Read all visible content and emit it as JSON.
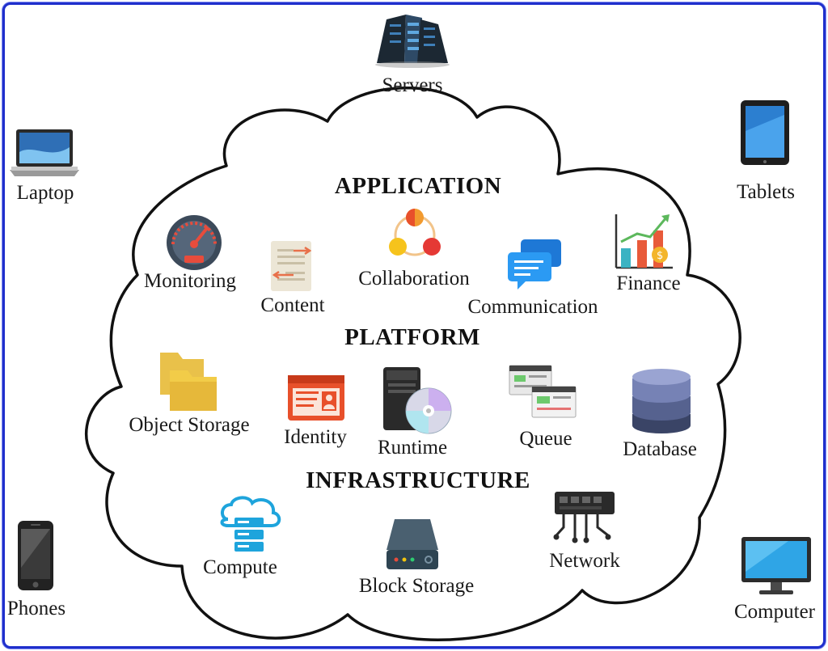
{
  "sections": {
    "application": "APPLICATION",
    "platform": "PLATFORM",
    "infrastructure": "INFRASTRUCTURE"
  },
  "devices": {
    "servers": "Servers",
    "laptop": "Laptop",
    "tablets": "Tablets",
    "phones": "Phones",
    "computer": "Computer"
  },
  "application_items": {
    "monitoring": "Monitoring",
    "content": "Content",
    "collaboration": "Collaboration",
    "communication": "Communication",
    "finance": "Finance"
  },
  "platform_items": {
    "object_storage": "Object Storage",
    "identity": "Identity",
    "runtime": "Runtime",
    "queue": "Queue",
    "database": "Database"
  },
  "infrastructure_items": {
    "compute": "Compute",
    "block_storage": "Block Storage",
    "network": "Network"
  },
  "colors": {
    "frame_border": "#1f2fcc",
    "cloud_outline": "#111111"
  }
}
